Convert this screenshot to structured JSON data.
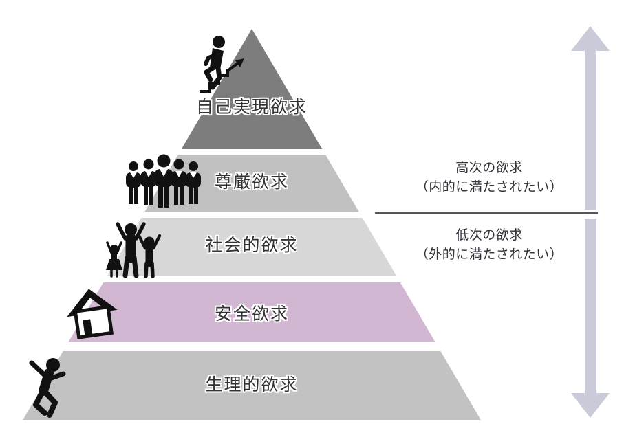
{
  "diagram": {
    "layers": [
      {
        "label": "自己実現欲求",
        "color": "#7d7d7d"
      },
      {
        "label": "尊厳欲求",
        "color": "#c1c1c1"
      },
      {
        "label": "社会的欲求",
        "color": "#d7d7d7"
      },
      {
        "label": "安全欲求",
        "color": "#d2b7d3"
      },
      {
        "label": "生理的欲求",
        "color": "#c2c2c2"
      }
    ],
    "annotations": {
      "higher": {
        "line1": "高次の欲求",
        "line2": "（内的に満たされたい）"
      },
      "lower": {
        "line1": "低次の欲求",
        "line2": "（外的に満たされたい）"
      }
    },
    "colors": {
      "arrow": "#cacbd9",
      "separator": "#54545e",
      "label_text": "#333333",
      "label_outline": "#ffffff",
      "note_text": "#32323a",
      "icon": "#111111"
    }
  }
}
